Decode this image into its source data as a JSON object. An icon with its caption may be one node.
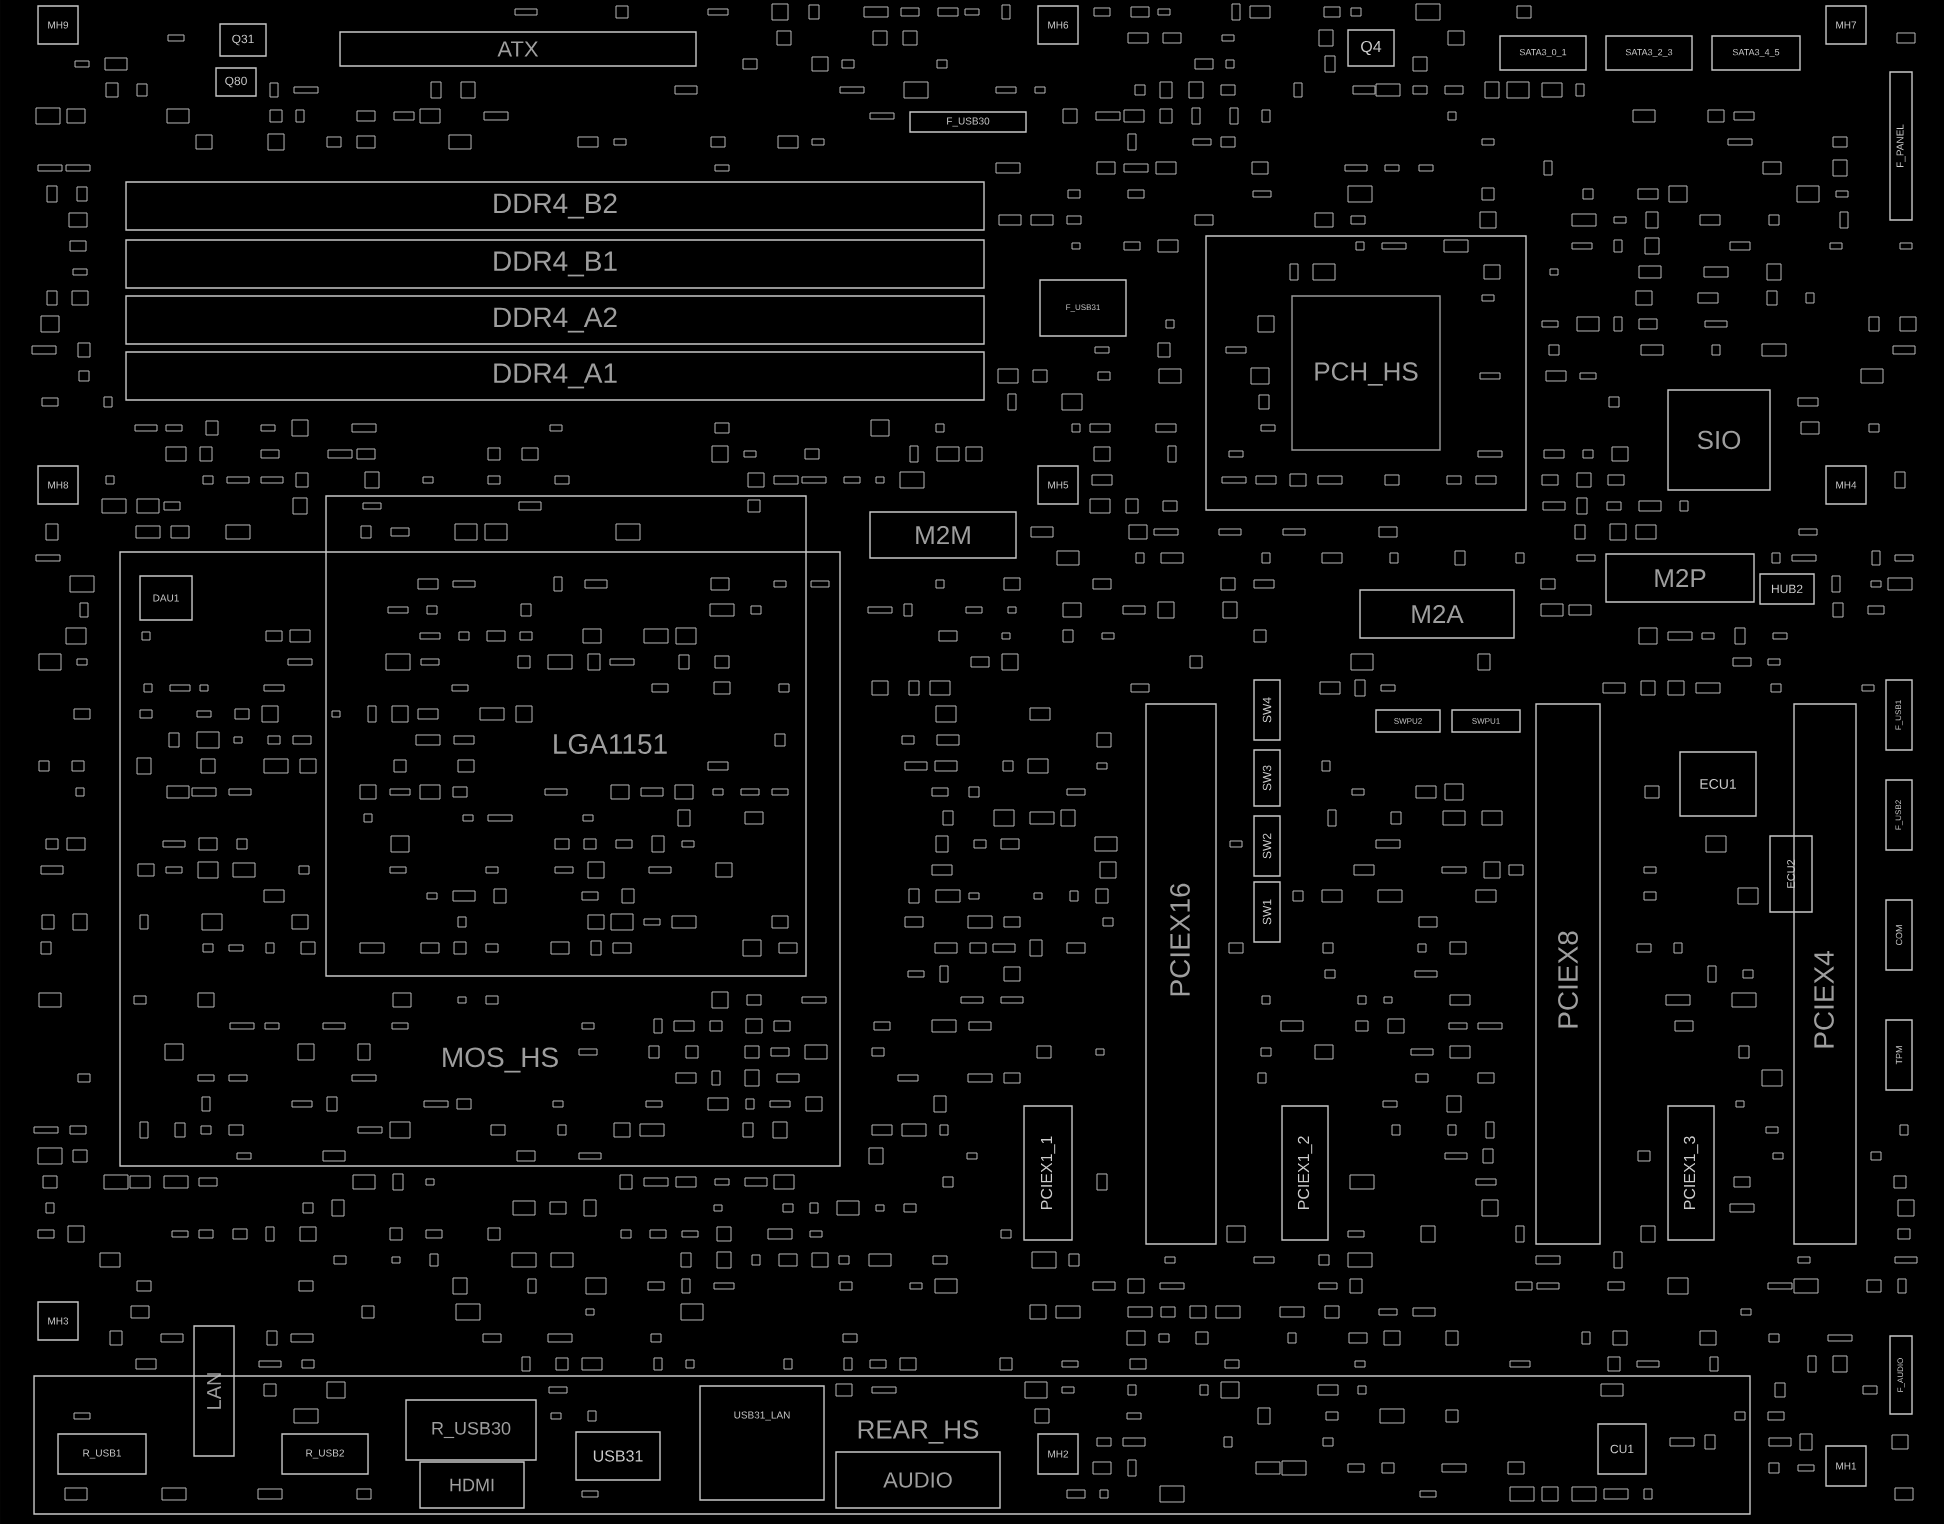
{
  "diagram": {
    "nodes": [
      {
        "text": [
          "MH9"
        ]
      },
      {
        "text": [
          "Q31"
        ]
      },
      {
        "text": [
          "Q80"
        ]
      },
      {
        "text": [
          "ATX"
        ]
      },
      {
        "text": [
          "MH6"
        ]
      },
      {
        "text": [
          "Q4"
        ]
      },
      {
        "text": [
          "SATA3_0_1"
        ]
      },
      {
        "text": [
          "SATA3_2_3"
        ]
      },
      {
        "text": [
          "SATA3_4_5"
        ]
      },
      {
        "text": [
          "MH7"
        ]
      },
      {
        "text": [
          "F_USB30"
        ]
      },
      {
        "text": [
          "F_PANEL"
        ]
      },
      {
        "text": [
          "DDR4_B2"
        ]
      },
      {
        "text": [
          "DDR4_B1"
        ]
      },
      {
        "text": [
          "DDR4_A2"
        ]
      },
      {
        "text": [
          "DDR4_A1"
        ]
      },
      {
        "text": [
          "F_USB31"
        ]
      },
      {
        "text": [
          "PCH_HS"
        ]
      },
      {
        "text": [
          "SIO"
        ]
      },
      {
        "text": [
          "MH8"
        ]
      },
      {
        "text": [
          "MH5"
        ]
      },
      {
        "text": [
          "MH4"
        ]
      },
      {
        "text": [
          "M2M"
        ]
      },
      {
        "text": [
          "M2P"
        ]
      },
      {
        "text": [
          "HUB2"
        ]
      },
      {
        "text": [
          "M2A"
        ]
      },
      {
        "text": [
          "MOS_HS"
        ]
      },
      {
        "text": [
          "LGA1151"
        ]
      },
      {
        "text": [
          "DAU1"
        ],
        "in": 26
      },
      {
        "text": [
          "SW4"
        ]
      },
      {
        "text": [
          "SWPU2"
        ]
      },
      {
        "text": [
          "SWPU1"
        ]
      },
      {
        "text": [
          "PCIEX16"
        ]
      },
      {
        "text": [
          "PCIEX8"
        ]
      },
      {
        "text": [
          "PCIEX4"
        ]
      },
      {
        "text": [
          "F_USB1"
        ]
      },
      {
        "text": [
          "SW3"
        ]
      },
      {
        "text": [
          "ECU1"
        ]
      },
      {
        "text": [
          "F_USB2"
        ]
      },
      {
        "text": [
          "SW2"
        ]
      },
      {
        "text": [
          "ECU2"
        ]
      },
      {
        "text": [
          "SW1"
        ]
      },
      {
        "text": [
          "COM"
        ]
      },
      {
        "text": [
          "TPM"
        ]
      },
      {
        "text": [
          "PCIEX1_1"
        ]
      },
      {
        "text": [
          "PCIEX1_2"
        ]
      },
      {
        "text": [
          "PCIEX1_3"
        ]
      },
      {
        "text": [
          "MH3"
        ]
      },
      {
        "text": [
          "LAN"
        ]
      },
      {
        "text": [
          "F_AUDIO"
        ]
      },
      {
        "text": [
          "REAR_HS"
        ]
      },
      {
        "text": [
          "R_USB1"
        ],
        "in": 50
      },
      {
        "text": [
          "R_USB2"
        ],
        "in": 50
      },
      {
        "text": [
          "R_USB30"
        ],
        "in": 50
      },
      {
        "text": [
          "HDMI"
        ],
        "in": 50
      },
      {
        "text": [
          "USB31"
        ],
        "in": 50
      },
      {
        "text": [
          "USB31_LAN"
        ],
        "in": 50
      },
      {
        "text": [
          "AUDIO"
        ],
        "in": 50
      },
      {
        "text": [
          "MH2"
        ],
        "in": 50
      },
      {
        "text": [
          "CU1"
        ],
        "in": 50
      },
      {
        "text": [
          "MH1"
        ]
      }
    ]
  }
}
